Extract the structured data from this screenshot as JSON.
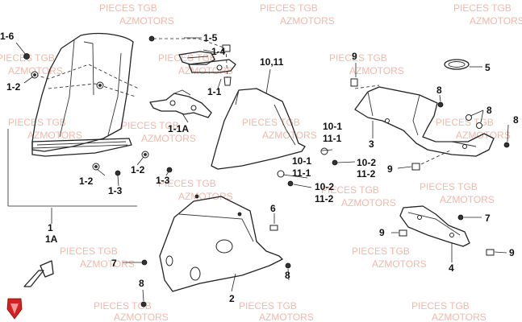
{
  "watermark": {
    "line1": "PIECES TGB",
    "line2": "AZMOTORS",
    "color": "#f2b8a8"
  },
  "callouts": {
    "c_1_6": "1-6",
    "c_1_2_top": "1-2",
    "c_1_5": "1-5",
    "c_1_4": "1-4",
    "c_1_1": "1-1",
    "c_1_1a": "1-1A",
    "c_10_11": "10,11",
    "c_1_2_a": "1-2",
    "c_1_2_b": "1-2",
    "c_1_3_a": "1-3",
    "c_1_3_b": "1-3",
    "c_1": "1",
    "c_1a": "1A",
    "c_10_1_a": "10-1",
    "c_11_1_a": "11-1",
    "c_10_2_a": "10-2",
    "c_11_2_a": "11-2",
    "c_10_1_b": "10-1",
    "c_11_1_b": "11-1",
    "c_10_2_b": "10-2",
    "c_11_2_b": "11-2",
    "c_6": "6",
    "c_7_left": "7",
    "c_8_left": "8",
    "c_2": "2",
    "c_8_bottom": "8",
    "c_9_top": "9",
    "c_5": "5",
    "c_8_mid": "8",
    "c_8_right": "8",
    "c_3": "3",
    "c_9_mid": "9",
    "c_7_right": "7",
    "c_9_low": "9",
    "c_4": "4",
    "c_9_right": "9"
  }
}
